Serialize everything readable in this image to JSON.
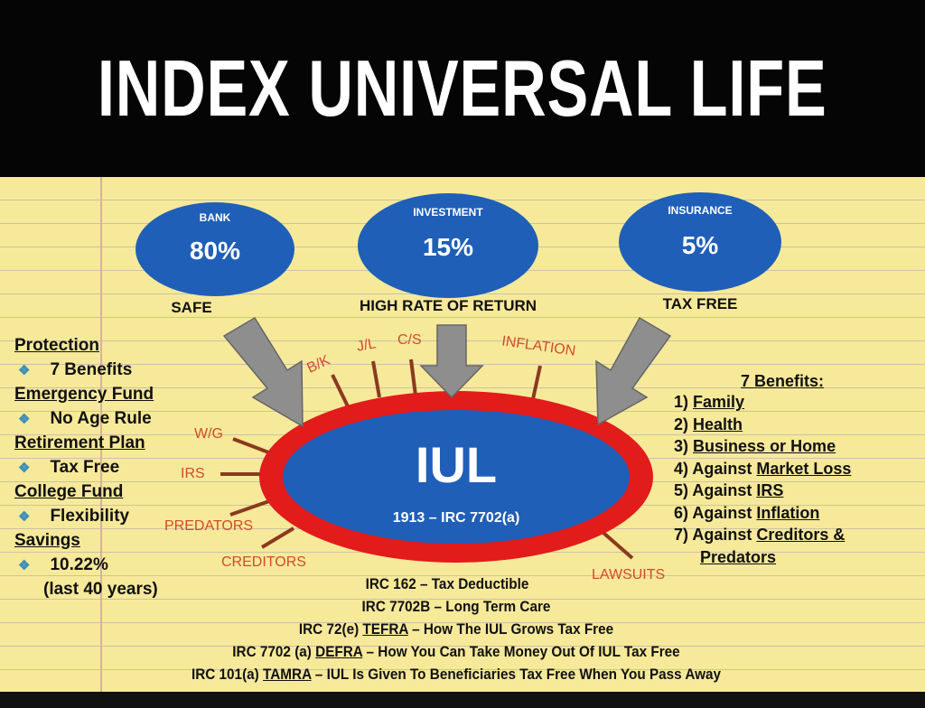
{
  "title": "INDEX UNIVERSAL LIFE",
  "ovals": [
    {
      "label": "BANK",
      "value": "80%",
      "caption": "SAFE"
    },
    {
      "label": "INVESTMENT",
      "value": "15%",
      "caption": "HIGH RATE OF RETURN"
    },
    {
      "label": "INSURANCE",
      "value": "5%",
      "caption": "TAX FREE"
    }
  ],
  "center": {
    "label": "IUL",
    "sub": "1913 – IRC 7702(a)"
  },
  "spokes": [
    "B/K",
    "J/L",
    "C/S",
    "INFLATION",
    "W/G",
    "IRS",
    "PREDATORS",
    "CREDITORS",
    "LAWSUITS"
  ],
  "left_list": [
    {
      "heading": "Protection",
      "item": "7 Benefits"
    },
    {
      "heading": "Emergency Fund",
      "item": "No Age Rule"
    },
    {
      "heading": "Retirement Plan",
      "item": "Tax Free"
    },
    {
      "heading": "College Fund",
      "item": "Flexibility"
    },
    {
      "heading": "Savings",
      "item": "10.22%",
      "note": "(last 40 years)"
    }
  ],
  "benefits": {
    "title": "7 Benefits:",
    "items": [
      {
        "num": "1)",
        "pre": "",
        "u": "Family"
      },
      {
        "num": "2)",
        "pre": "",
        "u": "Health"
      },
      {
        "num": "3)",
        "pre": "",
        "u": "Business or Home"
      },
      {
        "num": "4)",
        "pre": "Against ",
        "u": "Market Loss"
      },
      {
        "num": "5)",
        "pre": "Against ",
        "u": "IRS"
      },
      {
        "num": "6)",
        "pre": "Against ",
        "u": "Inflation"
      },
      {
        "num": "7)",
        "pre": "Against ",
        "u": "Creditors &",
        "u2": "Predators"
      }
    ]
  },
  "irc": [
    {
      "pre": "IRC 162 – Tax Deductible",
      "u": "",
      "post": ""
    },
    {
      "pre": "IRC 7702B – Long Term Care",
      "u": "",
      "post": ""
    },
    {
      "pre": "IRC 72(e) ",
      "u": "TEFRA",
      "post": " – How The IUL Grows Tax Free"
    },
    {
      "pre": "IRC 7702 (a) ",
      "u": "DEFRA",
      "post": " – How You Can Take Money Out Of IUL Tax Free"
    },
    {
      "pre": "IRC 101(a) ",
      "u": "TAMRA",
      "post": " – IUL Is Given To Beneficiaries Tax Free When You Pass Away"
    }
  ],
  "colors": {
    "blue": "#1f5fb8",
    "red": "#e21b1b",
    "paper": "#f7e99a",
    "spoke": "#8b3a1e",
    "arrow": "#8a8a8a"
  }
}
